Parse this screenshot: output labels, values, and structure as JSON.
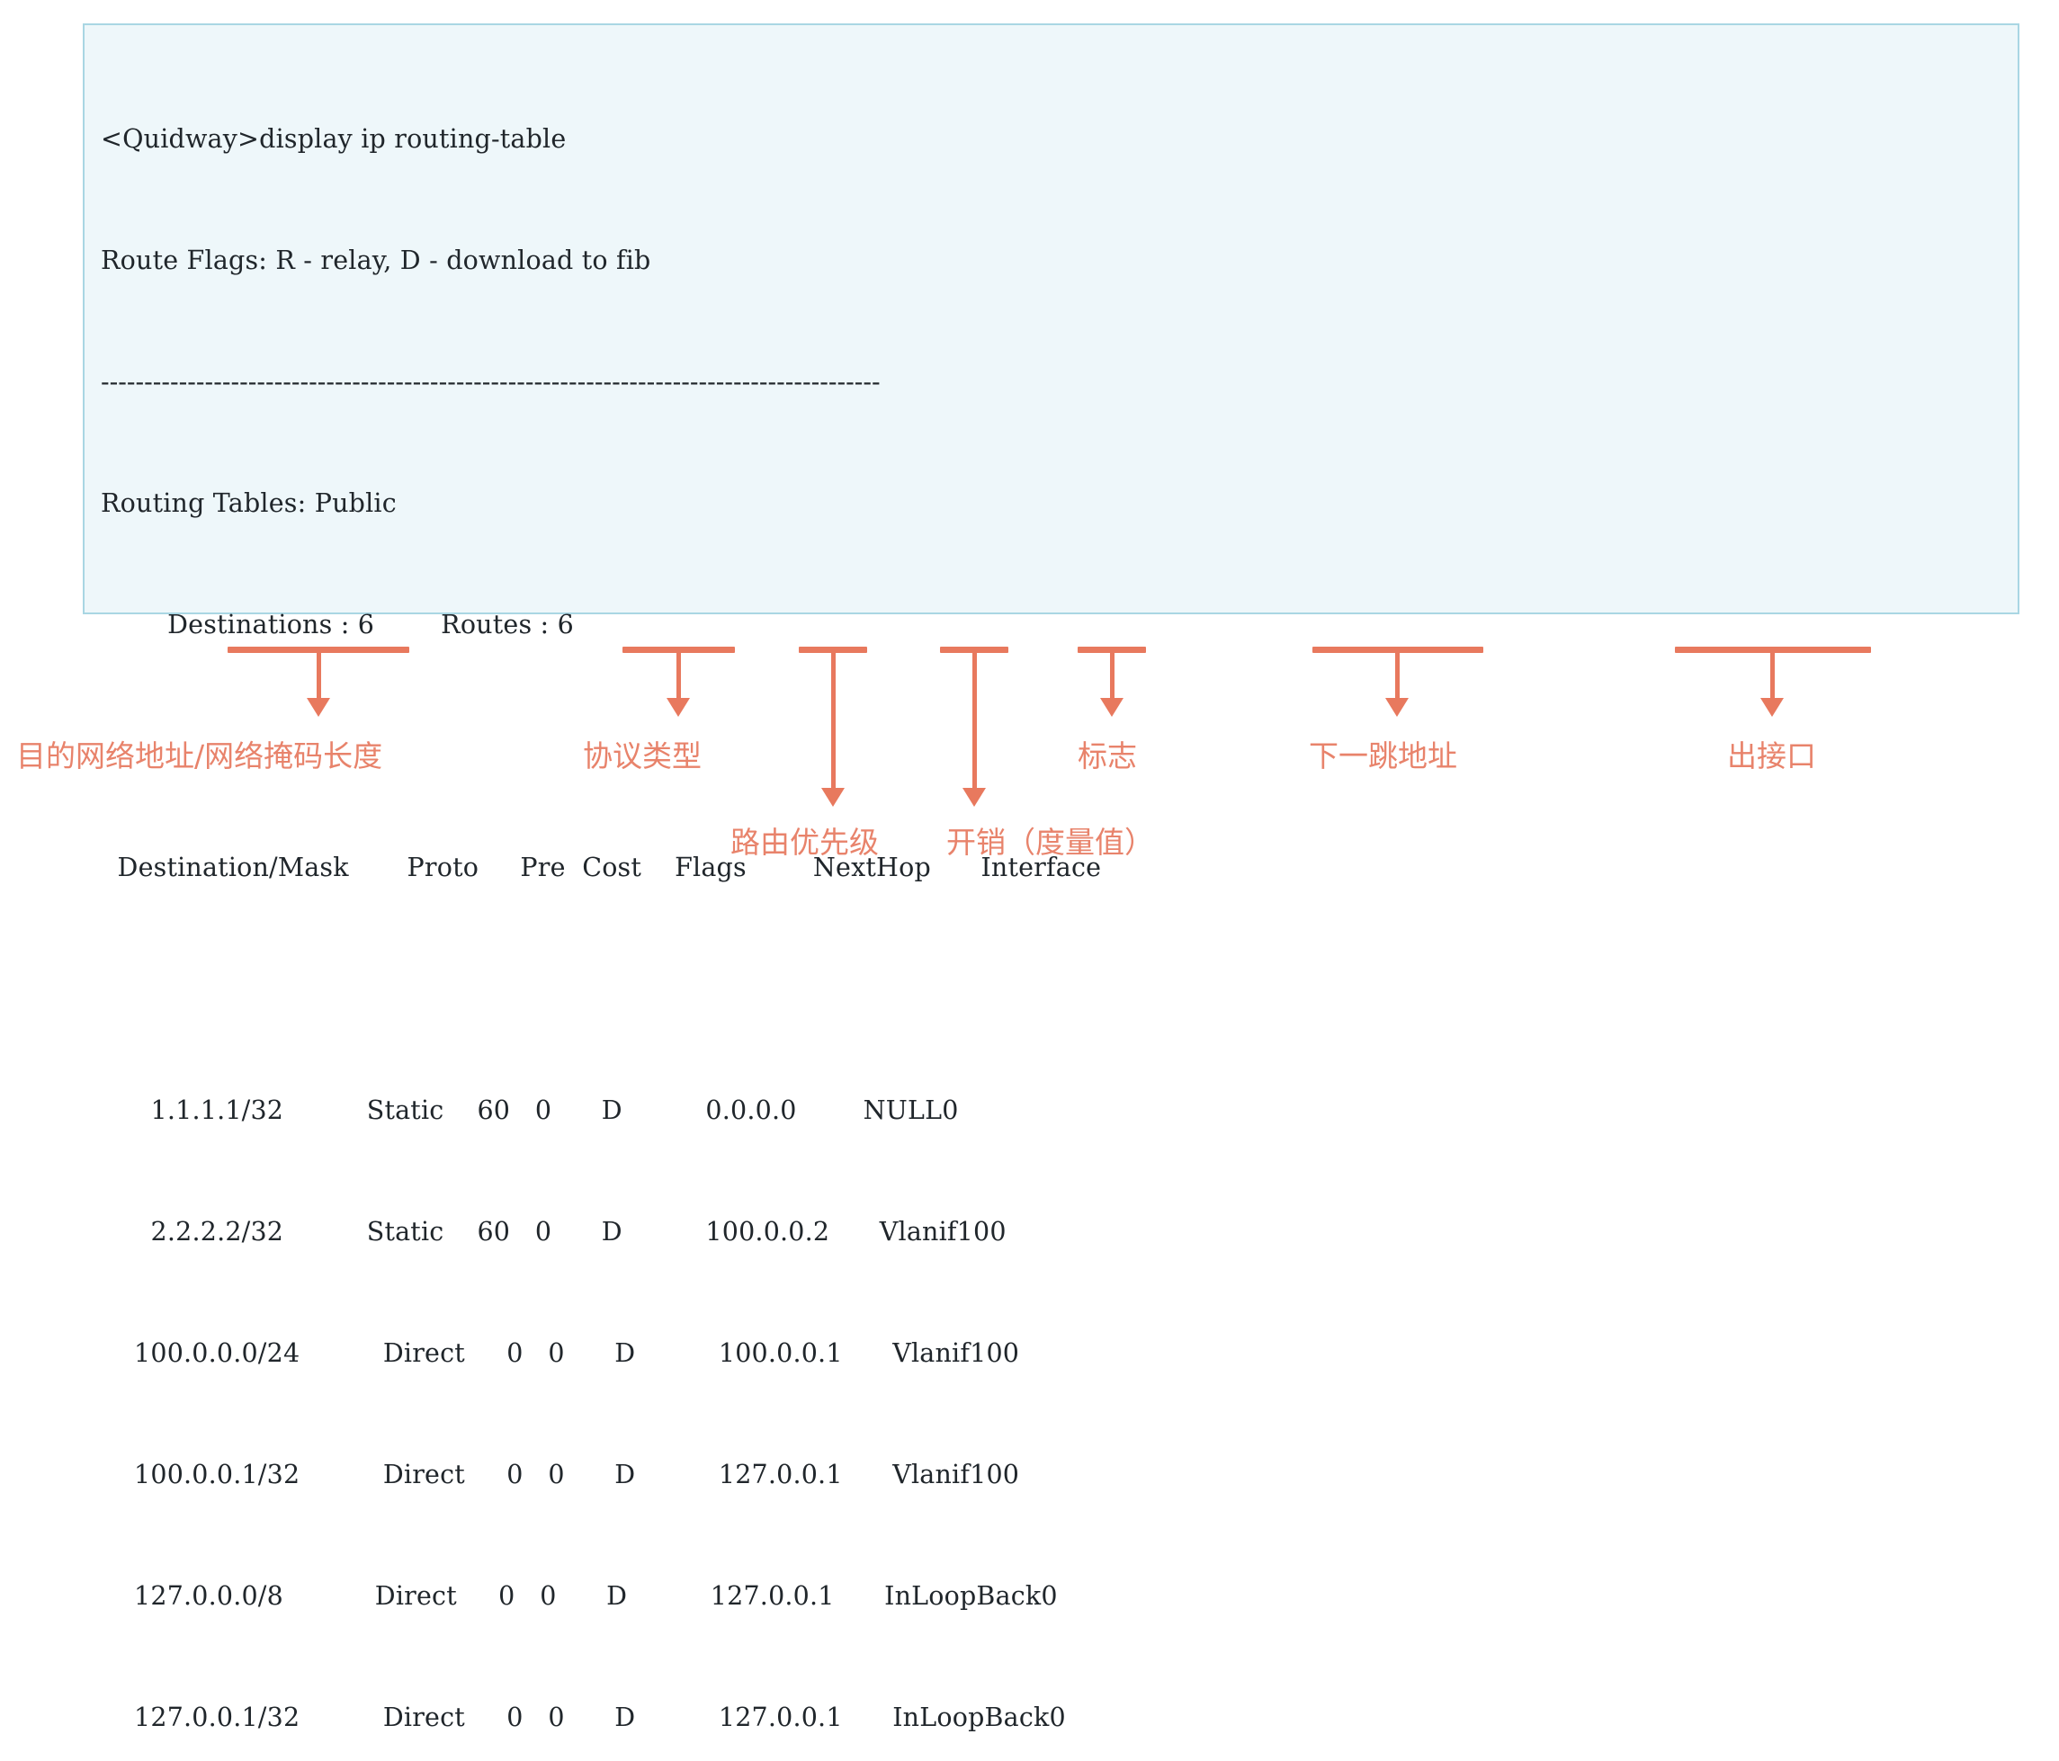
{
  "console": {
    "prompt_line": "<Quidway>display ip routing-table",
    "flags_line": "Route Flags: R - relay, D - download to fib",
    "separator": "------------------------------------------------------------------------------------------",
    "routing_tables_line": "Routing Tables: Public",
    "summary_line": "        Destinations : 6        Routes : 6",
    "destinations_label": "Destinations",
    "destinations_count": "6",
    "routes_label": "Routes",
    "routes_count": "6",
    "header_line": "  Destination/Mask       Proto     Pre  Cost    Flags        NextHop      Interface",
    "columns": [
      "Destination/Mask",
      "Proto",
      "Pre",
      "Cost",
      "Flags",
      "NextHop",
      "Interface"
    ],
    "rows": [
      {
        "line": "      1.1.1.1/32          Static    60   0      D          0.0.0.0        NULL0",
        "destination": "1.1.1.1/32",
        "proto": "Static",
        "pre": "60",
        "cost": "0",
        "flags": "D",
        "nexthop": "0.0.0.0",
        "interface": "NULL0"
      },
      {
        "line": "      2.2.2.2/32          Static    60   0      D          100.0.0.2      Vlanif100",
        "destination": "2.2.2.2/32",
        "proto": "Static",
        "pre": "60",
        "cost": "0",
        "flags": "D",
        "nexthop": "100.0.0.2",
        "interface": "Vlanif100"
      },
      {
        "line": "    100.0.0.0/24          Direct     0   0      D          100.0.0.1      Vlanif100",
        "destination": "100.0.0.0/24",
        "proto": "Direct",
        "pre": "0",
        "cost": "0",
        "flags": "D",
        "nexthop": "100.0.0.1",
        "interface": "Vlanif100"
      },
      {
        "line": "    100.0.0.1/32          Direct     0   0      D          127.0.0.1      Vlanif100",
        "destination": "100.0.0.1/32",
        "proto": "Direct",
        "pre": "0",
        "cost": "0",
        "flags": "D",
        "nexthop": "127.0.0.1",
        "interface": "Vlanif100"
      },
      {
        "line": "    127.0.0.0/8           Direct     0   0      D          127.0.0.1      InLoopBack0",
        "destination": "127.0.0.0/8",
        "proto": "Direct",
        "pre": "0",
        "cost": "0",
        "flags": "D",
        "nexthop": "127.0.0.1",
        "interface": "InLoopBack0"
      },
      {
        "line": "    127.0.0.1/32          Direct     0   0      D          127.0.0.1      InLoopBack0",
        "destination": "127.0.0.1/32",
        "proto": "Direct",
        "pre": "0",
        "cost": "0",
        "flags": "D",
        "nexthop": "127.0.0.1",
        "interface": "InLoopBack0"
      }
    ]
  },
  "annotations": [
    {
      "id": "destination-mask",
      "label": "目的网络地址/网络掩码长度"
    },
    {
      "id": "proto-type",
      "label": "协议类型"
    },
    {
      "id": "route-preference",
      "label": "路由优先级"
    },
    {
      "id": "cost-metric",
      "label": "开销（度量值）"
    },
    {
      "id": "flags",
      "label": "标志"
    },
    {
      "id": "next-hop",
      "label": "下一跳地址"
    },
    {
      "id": "out-interface",
      "label": "出接口"
    }
  ],
  "colors": {
    "annotation": "#e8795e",
    "annotation_text": "#e8836b",
    "panel_bg": "#eef7fa",
    "panel_border": "#a9d6e3",
    "console_text": "#20262b"
  }
}
